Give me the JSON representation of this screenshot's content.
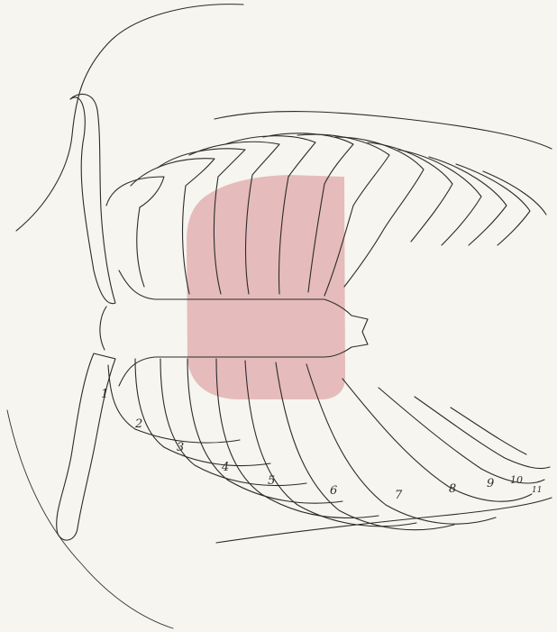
{
  "figure": {
    "background_color": "#f6f5ef",
    "line_color": "#2b2b2b",
    "highlight": {
      "color": "#d98a90",
      "opacity": 0.55,
      "meaning": "shaded area over the sternum and adjacent costal cartilages"
    },
    "rib_labels": [
      "1",
      "2",
      "3",
      "4",
      "5",
      "6",
      "7",
      "8",
      "9",
      "10",
      "11"
    ]
  }
}
